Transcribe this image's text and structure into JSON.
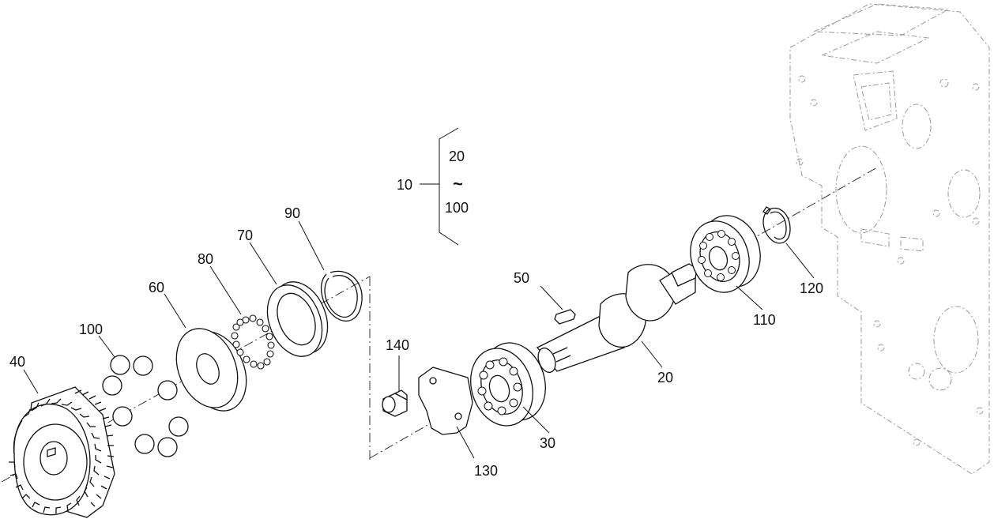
{
  "callouts": {
    "c10": "10",
    "c20": "20",
    "c20_bracket": "20",
    "c30": "30",
    "c40": "40",
    "c50": "50",
    "c60": "60",
    "c70": "70",
    "c80": "80",
    "c90": "90",
    "c100": "100",
    "c100_bracket": "100",
    "c110": "110",
    "c120": "120",
    "c130": "130",
    "c140": "140"
  },
  "bracket": {
    "range_symbol": "~"
  }
}
